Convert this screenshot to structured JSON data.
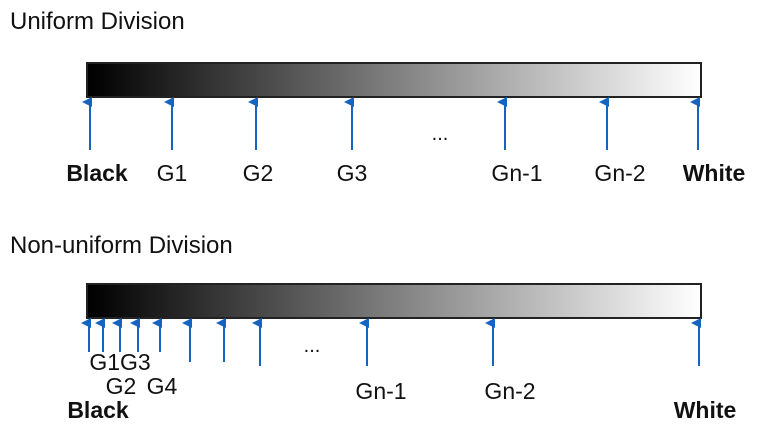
{
  "uniform": {
    "title": "Uniform Division",
    "labels": [
      "Black",
      "G1",
      "G2",
      "G3",
      "Gn-1",
      "Gn-2",
      "White"
    ],
    "ellipsis": "..."
  },
  "nonuniform": {
    "title": "Non-uniform Division",
    "labels_row1": [
      "G1G3"
    ],
    "labels_row2": [
      "G2",
      "G4"
    ],
    "black": "Black",
    "gn1": "Gn-1",
    "gn2": "Gn-2",
    "white": "White",
    "ellipsis": "..."
  },
  "colors": {
    "arrow": "#1565c0",
    "gradient_start": "#000000",
    "gradient_end": "#ffffff",
    "border": "#222222"
  }
}
